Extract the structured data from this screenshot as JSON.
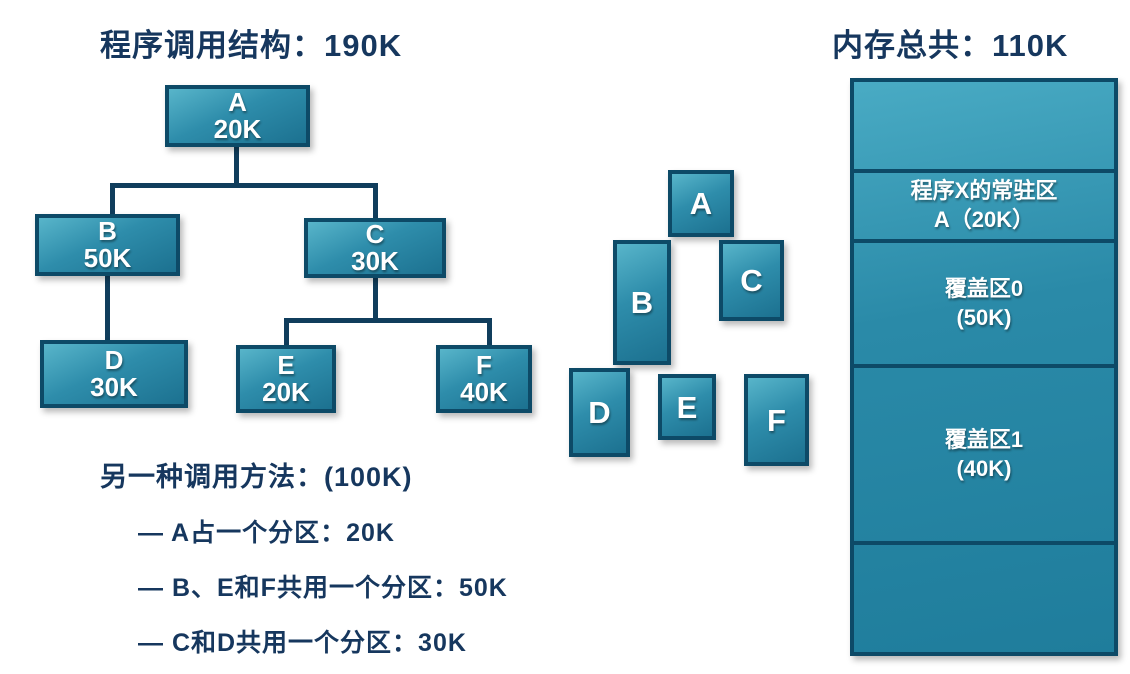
{
  "left": {
    "title": "程序调用结构：190K",
    "tree": [
      {
        "name": "A",
        "size": "20K"
      },
      {
        "name": "B",
        "size": "50K"
      },
      {
        "name": "C",
        "size": "30K"
      },
      {
        "name": "D",
        "size": "30K"
      },
      {
        "name": "E",
        "size": "20K"
      },
      {
        "name": "F",
        "size": "40K"
      }
    ],
    "notes": {
      "heading": "另一种调用方法：(100K)",
      "items": [
        {
          "text": "— A占一个分区：20K"
        },
        {
          "text": "— B、E和F共用一个分区：50K"
        },
        {
          "text": "— C和D共用一个分区：30K"
        }
      ]
    }
  },
  "middle": {
    "blocks": [
      {
        "label": "A"
      },
      {
        "label": "B"
      },
      {
        "label": "C"
      },
      {
        "label": "D"
      },
      {
        "label": "E"
      },
      {
        "label": "F"
      }
    ]
  },
  "right": {
    "title": "内存总共：110K",
    "segments": [
      {
        "line1": "",
        "line2": ""
      },
      {
        "line1": "程序X的常驻区",
        "line2": "A（20K）"
      },
      {
        "line1": "覆盖区0",
        "line2": "(50K)"
      },
      {
        "line1": "覆盖区1",
        "line2": "(40K)"
      },
      {
        "line1": "",
        "line2": ""
      }
    ]
  },
  "colors": {
    "box_gradient_start": "#58b5ca",
    "box_gradient_end": "#1c7190",
    "box_border": "#0d4a67",
    "connector_line": "#103d5c",
    "title_text": "#16375e",
    "box_text": "#ffffff",
    "background": "#ffffff"
  }
}
